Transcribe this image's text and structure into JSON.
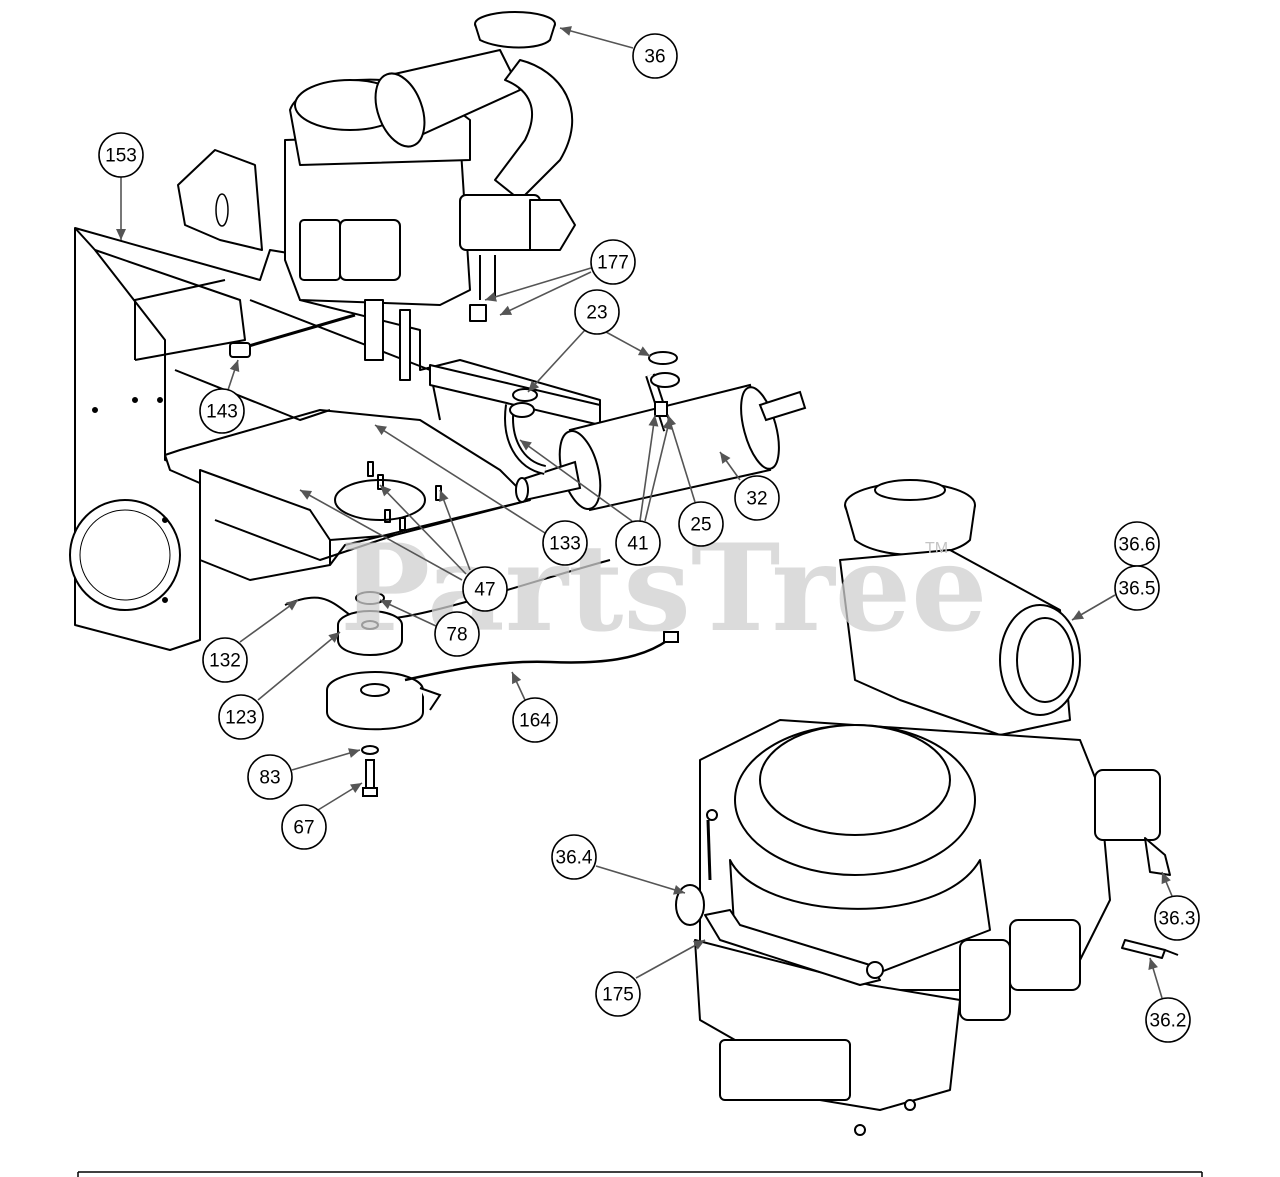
{
  "watermark": {
    "text": "PartsTree",
    "trademark": "TM"
  },
  "callouts": [
    {
      "label": "36"
    },
    {
      "label": "153"
    },
    {
      "label": "177"
    },
    {
      "label": "23"
    },
    {
      "label": "143"
    },
    {
      "label": "32"
    },
    {
      "label": "25"
    },
    {
      "label": "41"
    },
    {
      "label": "133"
    },
    {
      "label": "47"
    },
    {
      "label": "78"
    },
    {
      "label": "132"
    },
    {
      "label": "123"
    },
    {
      "label": "164"
    },
    {
      "label": "83"
    },
    {
      "label": "67"
    },
    {
      "label": "36.6"
    },
    {
      "label": "36.5"
    },
    {
      "label": "36.4"
    },
    {
      "label": "36.3"
    },
    {
      "label": "175"
    },
    {
      "label": "36.2"
    }
  ],
  "colors": {
    "ink": "#000000",
    "leader": "#555555",
    "watermark": "#cfcfcf"
  }
}
